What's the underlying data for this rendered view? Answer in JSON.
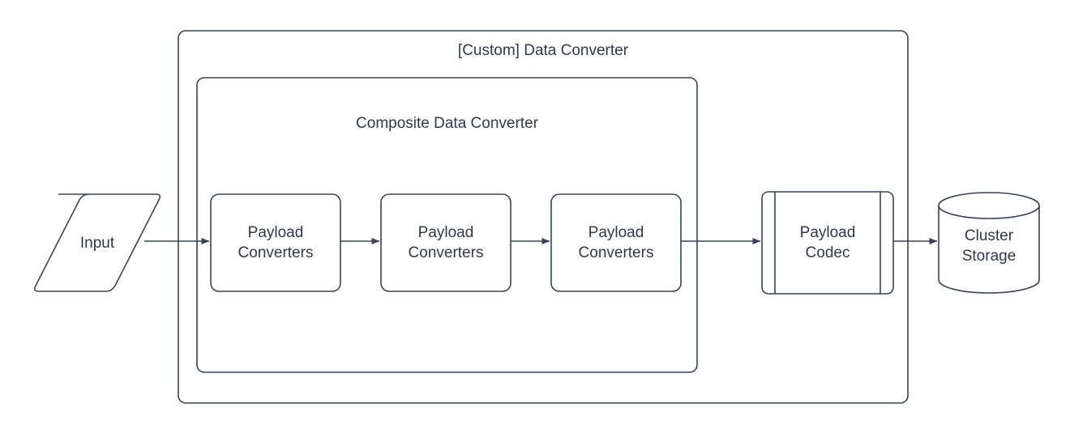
{
  "diagram": {
    "type": "flowchart",
    "background_color": "#ffffff",
    "stroke_color": "#3b4252",
    "text_color": "#32384a",
    "containers": [
      {
        "id": "custom-data-converter",
        "title": "[Custom] Data Converter",
        "shape": "rounded-rectangle"
      },
      {
        "id": "composite-data-converter",
        "title": "Composite Data Converter",
        "shape": "rounded-rectangle"
      }
    ],
    "nodes": [
      {
        "id": "input",
        "label": "Input",
        "shape": "parallelogram"
      },
      {
        "id": "payload-converters-1",
        "label": "Payload\nConverters",
        "shape": "rounded-rectangle"
      },
      {
        "id": "payload-converters-2",
        "label": "Payload\nConverters",
        "shape": "rounded-rectangle"
      },
      {
        "id": "payload-converters-3",
        "label": "Payload\nConverters",
        "shape": "rounded-rectangle"
      },
      {
        "id": "payload-codec",
        "label": "Payload\nCodec",
        "shape": "process"
      },
      {
        "id": "cluster-storage",
        "label": "Cluster\nStorage",
        "shape": "cylinder"
      }
    ],
    "edges": [
      {
        "from": "input",
        "to": "payload-converters-1",
        "arrow": "single"
      },
      {
        "from": "payload-converters-1",
        "to": "payload-converters-2",
        "arrow": "single"
      },
      {
        "from": "payload-converters-2",
        "to": "payload-converters-3",
        "arrow": "single"
      },
      {
        "from": "payload-converters-3",
        "to": "payload-codec",
        "arrow": "single"
      },
      {
        "from": "payload-codec",
        "to": "cluster-storage",
        "arrow": "single"
      }
    ]
  }
}
